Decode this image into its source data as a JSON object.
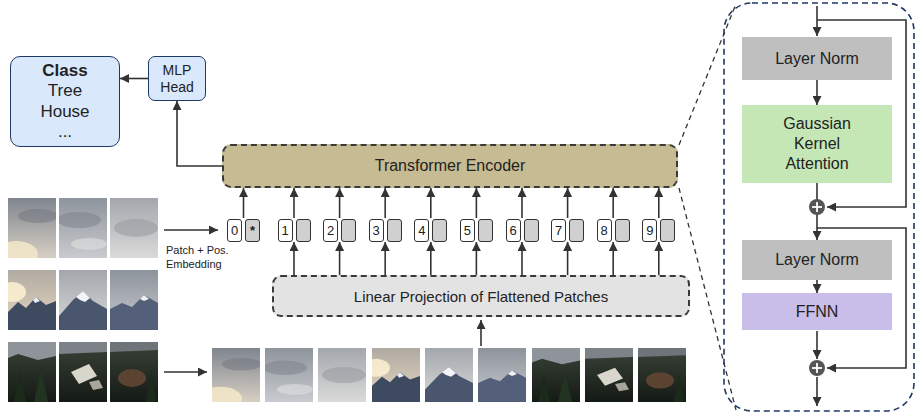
{
  "diagram": {
    "nodes": [
      {
        "text": [
          "Class",
          "Tree House ..."
        ]
      },
      {
        "text": [
          "MLP Head"
        ]
      },
      {
        "text": [
          "Transformer Encoder"
        ]
      },
      {
        "text": [
          "0",
          "*"
        ]
      },
      {
        "text": [
          "1"
        ]
      },
      {
        "text": [
          "2"
        ]
      },
      {
        "text": [
          "3"
        ]
      },
      {
        "text": [
          "4"
        ]
      },
      {
        "text": [
          "5"
        ]
      },
      {
        "text": [
          "6"
        ]
      },
      {
        "text": [
          "7"
        ]
      },
      {
        "text": [
          "8"
        ]
      },
      {
        "text": [
          "9"
        ]
      },
      {
        "text": [
          "Linear Projection of Flattened Patches"
        ]
      },
      {
        "text": [
          "Layer Norm"
        ]
      },
      {
        "text": [
          "Gaussian Kernel Attention"
        ]
      },
      {
        "text": [
          "Layer Norm"
        ]
      },
      {
        "text": [
          "FFNN"
        ]
      }
    ],
    "edges": [
      {
        "from": 1,
        "to": 0,
        "arrow": "to"
      },
      {
        "from": 2,
        "to": 1,
        "arrow": "to"
      },
      {
        "from": 3,
        "to": 2,
        "arrow": "to"
      },
      {
        "from": 4,
        "to": 2,
        "arrow": "to"
      },
      {
        "from": 5,
        "to": 2,
        "arrow": "to"
      },
      {
        "from": 6,
        "to": 2,
        "arrow": "to"
      },
      {
        "from": 7,
        "to": 2,
        "arrow": "to"
      },
      {
        "from": 8,
        "to": 2,
        "arrow": "to"
      },
      {
        "from": 9,
        "to": 2,
        "arrow": "to"
      },
      {
        "from": 10,
        "to": 2,
        "arrow": "to"
      },
      {
        "from": 11,
        "to": 2,
        "arrow": "to"
      },
      {
        "from": 12,
        "to": 2,
        "arrow": "to"
      },
      {
        "from": 13,
        "to": 4,
        "arrow": "to"
      },
      {
        "from": 13,
        "to": 5,
        "arrow": "to"
      },
      {
        "from": 13,
        "to": 6,
        "arrow": "to"
      },
      {
        "from": 13,
        "to": 7,
        "arrow": "to"
      },
      {
        "from": 13,
        "to": 8,
        "arrow": "to"
      },
      {
        "from": 13,
        "to": 9,
        "arrow": "to"
      },
      {
        "from": 13,
        "to": 10,
        "arrow": "to"
      },
      {
        "from": 13,
        "to": 11,
        "arrow": "to"
      },
      {
        "from": 13,
        "to": 12,
        "arrow": "to"
      },
      {
        "from": 14,
        "to": 15,
        "arrow": "to"
      },
      {
        "from": 15,
        "to": 16,
        "arrow": "to"
      },
      {
        "from": 16,
        "to": 17,
        "arrow": "to"
      }
    ],
    "labels": [
      "Patch + Pos. Embedding"
    ]
  }
}
